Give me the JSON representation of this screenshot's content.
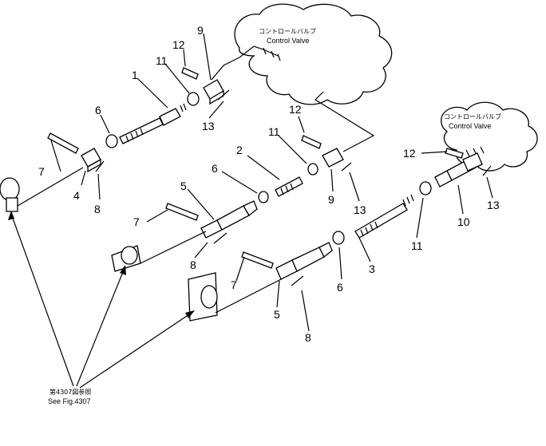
{
  "callouts": {
    "c1": "1",
    "c2": "2",
    "c3": "3",
    "c4": "4",
    "c5a": "5",
    "c5b": "5",
    "c6a": "6",
    "c6b": "6",
    "c6c": "6",
    "c7a": "7",
    "c7b": "7",
    "c7c": "7",
    "c8a": "8",
    "c8b": "8",
    "c8c": "8",
    "c9a": "9",
    "c9b": "9",
    "c10": "10",
    "c11a": "11",
    "c11b": "11",
    "c11c": "11",
    "c12a": "12",
    "c12b": "12",
    "c12c": "12",
    "c13a": "13",
    "c13b": "13",
    "c13c": "13"
  },
  "notes": {
    "valve_top_jp": "コントロールバルブ",
    "valve_top_en": "Control Valve",
    "valve_right_jp": "コントロールバルブ",
    "valve_right_en": "Control Valve",
    "see_fig_jp": "第4307図参照",
    "see_fig_en": "See Fig.4307"
  }
}
